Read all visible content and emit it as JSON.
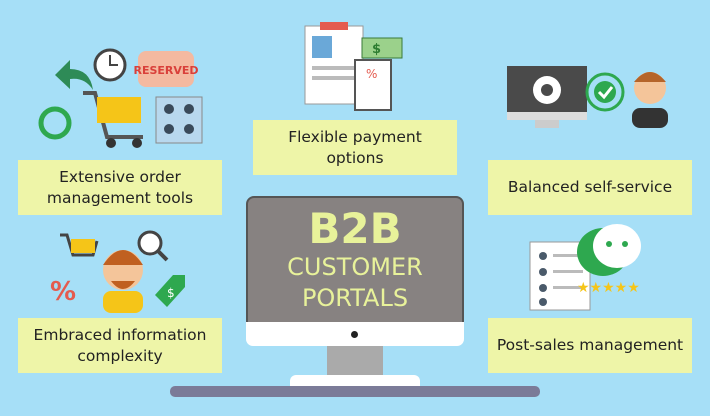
{
  "title": {
    "line1": "B2B",
    "line2": "CUSTOMER",
    "line3": "PORTALS"
  },
  "features": [
    {
      "label": "Extensive order management tools",
      "icon": "shopping-cart-icon",
      "badge": "RESERVED"
    },
    {
      "label": "Flexible payment options",
      "icon": "invoice-payment-icon"
    },
    {
      "label": "Balanced self-service",
      "icon": "settings-monitor-icon"
    },
    {
      "label": "Embraced information complexity",
      "icon": "person-search-icon",
      "badge": "%"
    },
    {
      "label": "Post-sales management",
      "icon": "reviews-chat-icon"
    }
  ],
  "colors": {
    "background": "#a6dff7",
    "label": "#eef5a8",
    "screen": "#878281",
    "title": "#e8f29a"
  }
}
